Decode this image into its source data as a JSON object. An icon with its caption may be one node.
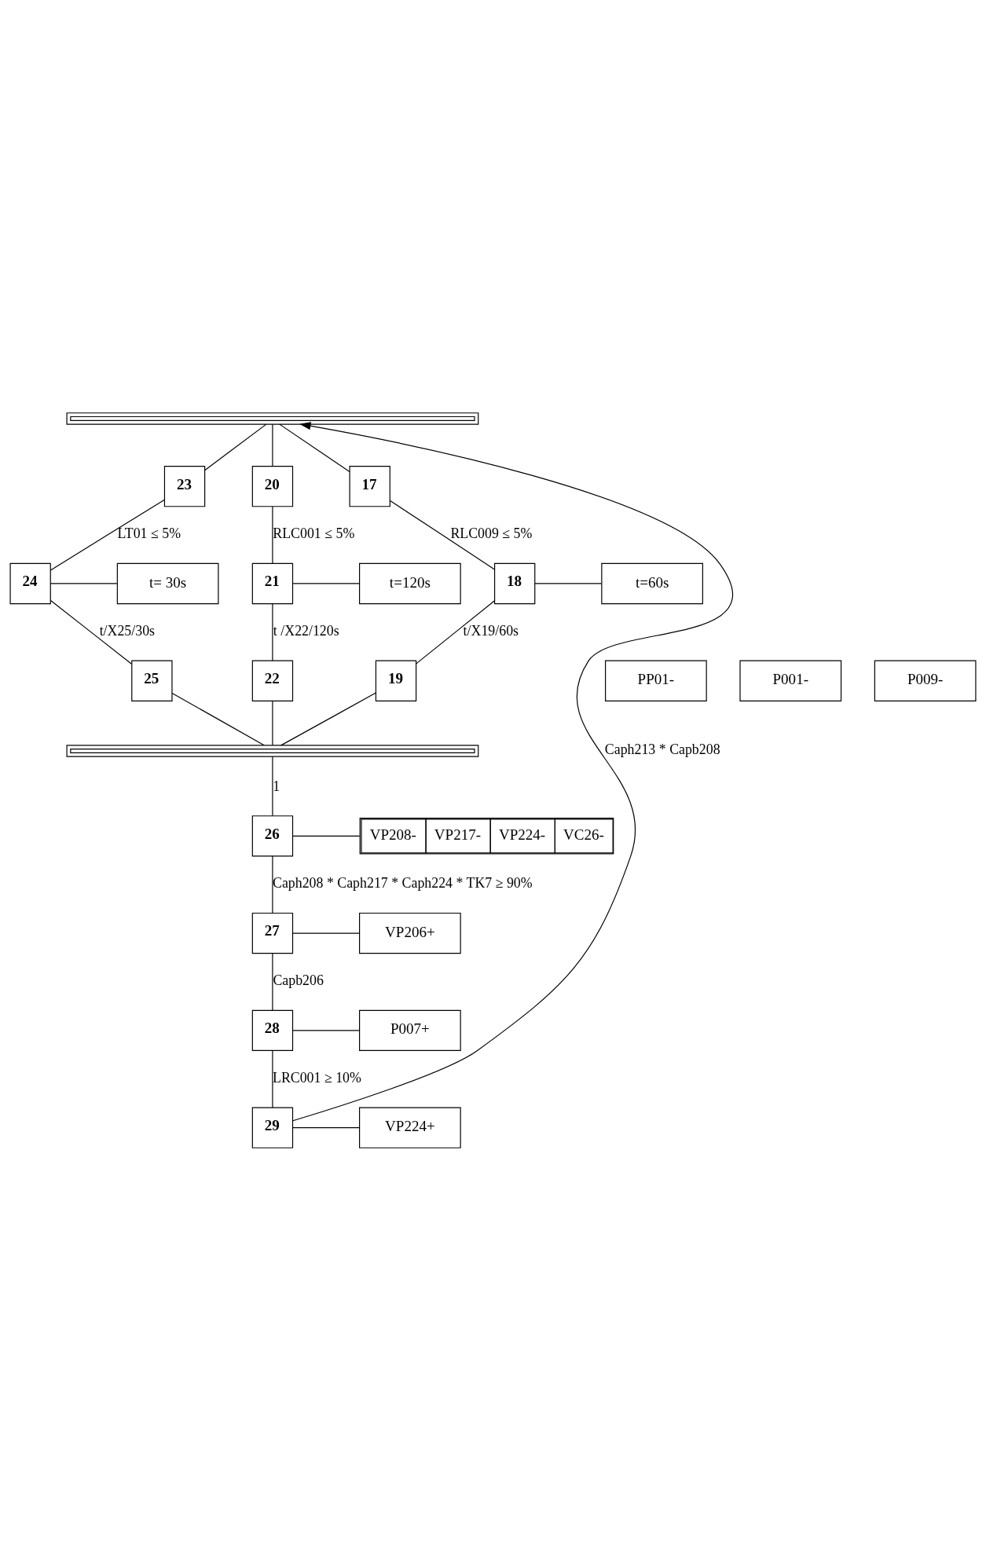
{
  "diagram": {
    "nodes": [
      {
        "text": [],
        "shape": "bar"
      },
      {
        "text": [
          "23"
        ]
      },
      {
        "text": [
          "20"
        ]
      },
      {
        "text": [
          "17"
        ]
      },
      {
        "text": [
          "24"
        ]
      },
      {
        "text": [
          "t= 30s"
        ]
      },
      {
        "text": [
          "21"
        ]
      },
      {
        "text": [
          "t=120s"
        ]
      },
      {
        "text": [
          "18"
        ]
      },
      {
        "text": [
          "t=60s"
        ]
      },
      {
        "text": [
          "25"
        ]
      },
      {
        "text": [
          "PP01-"
        ]
      },
      {
        "text": [
          "22"
        ]
      },
      {
        "text": [
          "P001-"
        ]
      },
      {
        "text": [
          "19"
        ]
      },
      {
        "text": [
          "P009-"
        ]
      },
      {
        "text": [],
        "shape": "bar"
      },
      {
        "text": [
          "26"
        ]
      },
      {
        "text": [
          "VP208-",
          "VP217-",
          "VP224-",
          "VC26-"
        ]
      },
      {
        "text": [
          "27"
        ]
      },
      {
        "text": [
          "VP206+"
        ]
      },
      {
        "text": [
          "28"
        ]
      },
      {
        "text": [
          "P007+"
        ]
      },
      {
        "text": [
          "29"
        ]
      },
      {
        "text": [
          "VP224+"
        ]
      }
    ],
    "edges": [
      {
        "from": 23,
        "to": 0,
        "arrow": "to",
        "label": "Caph213 * Capb208"
      },
      {
        "from": 0,
        "to": 1,
        "arrow": "none"
      },
      {
        "from": 0,
        "to": 2,
        "arrow": "none"
      },
      {
        "from": 0,
        "to": 3,
        "arrow": "none"
      },
      {
        "from": 1,
        "to": 4,
        "arrow": "none",
        "label": "LT01 ≤ 5%"
      },
      {
        "from": 2,
        "to": 6,
        "arrow": "none",
        "label": "RLC001 ≤ 5%"
      },
      {
        "from": 3,
        "to": 8,
        "arrow": "none",
        "label": "RLC009 ≤ 5%"
      },
      {
        "from": 4,
        "to": 5,
        "arrow": "none"
      },
      {
        "from": 6,
        "to": 7,
        "arrow": "none"
      },
      {
        "from": 8,
        "to": 9,
        "arrow": "none"
      },
      {
        "from": 4,
        "to": 10,
        "arrow": "none",
        "label": "t/X25/30s"
      },
      {
        "from": 6,
        "to": 12,
        "arrow": "none",
        "label": "t /X22/120s"
      },
      {
        "from": 8,
        "to": 14,
        "arrow": "none",
        "label": "t/X19/60s"
      },
      {
        "from": 10,
        "to": 16,
        "arrow": "none"
      },
      {
        "from": 12,
        "to": 16,
        "arrow": "none"
      },
      {
        "from": 14,
        "to": 16,
        "arrow": "none"
      },
      {
        "from": 16,
        "to": 17,
        "arrow": "none",
        "label": "1"
      },
      {
        "from": 17,
        "to": 18,
        "arrow": "none"
      },
      {
        "from": 17,
        "to": 19,
        "arrow": "none",
        "label": "Caph208 * Caph217 * Caph224 * TK7 ≥ 90%"
      },
      {
        "from": 19,
        "to": 20,
        "arrow": "none"
      },
      {
        "from": 19,
        "to": 21,
        "arrow": "none",
        "label": "Capb206"
      },
      {
        "from": 21,
        "to": 22,
        "arrow": "none"
      },
      {
        "from": 21,
        "to": 23,
        "arrow": "none",
        "label": "LRC001 ≥ 10%"
      },
      {
        "from": 23,
        "to": 24,
        "arrow": "none"
      }
    ]
  }
}
